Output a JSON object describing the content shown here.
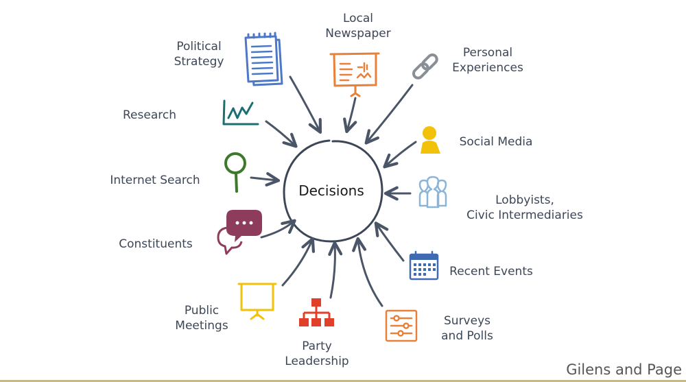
{
  "center": "Decisions",
  "credit": "Gilens and Page",
  "colors": {
    "arrow": "#4b5568",
    "circle": "#3c4657",
    "text": "#3c4657",
    "blue": "#4d78c7",
    "orange": "#e8803a",
    "gray": "#8a8f96",
    "teal": "#1b6f72",
    "olive": "#3c7a2a",
    "maroon": "#8e3c5c",
    "yellow": "#f2c20a",
    "red": "#e0402a",
    "lightblue": "#8ab4d8",
    "navy": "#3f6ab1",
    "rule": "#c9b58a"
  },
  "nodes": [
    {
      "id": "political-strategy",
      "lines": [
        "Political",
        "Strategy"
      ],
      "icon": "notepad-icon"
    },
    {
      "id": "local-newspaper",
      "lines": [
        "Local",
        "Newspaper"
      ],
      "icon": "presentation-board-icon"
    },
    {
      "id": "personal-experiences",
      "lines": [
        "Personal",
        "Experiences"
      ],
      "icon": "chain-link-icon"
    },
    {
      "id": "research",
      "lines": [
        "Research"
      ],
      "icon": "line-chart-icon"
    },
    {
      "id": "social-media",
      "lines": [
        "Social Media"
      ],
      "icon": "person-icon"
    },
    {
      "id": "internet-search",
      "lines": [
        "Internet Search"
      ],
      "icon": "magnifier-icon"
    },
    {
      "id": "lobbyists",
      "lines": [
        "Lobbyists,",
        "Civic Intermediaries"
      ],
      "icon": "group-icon"
    },
    {
      "id": "constituents",
      "lines": [
        "Constituents"
      ],
      "icon": "speech-bubbles-icon"
    },
    {
      "id": "recent-events",
      "lines": [
        "Recent Events"
      ],
      "icon": "calendar-icon"
    },
    {
      "id": "public-meetings",
      "lines": [
        "Public",
        "Meetings"
      ],
      "icon": "projector-screen-icon"
    },
    {
      "id": "party-leadership",
      "lines": [
        "Party",
        "Leadership"
      ],
      "icon": "org-chart-icon"
    },
    {
      "id": "surveys-and-polls",
      "lines": [
        "Surveys",
        "and Polls"
      ],
      "icon": "sliders-icon"
    }
  ]
}
